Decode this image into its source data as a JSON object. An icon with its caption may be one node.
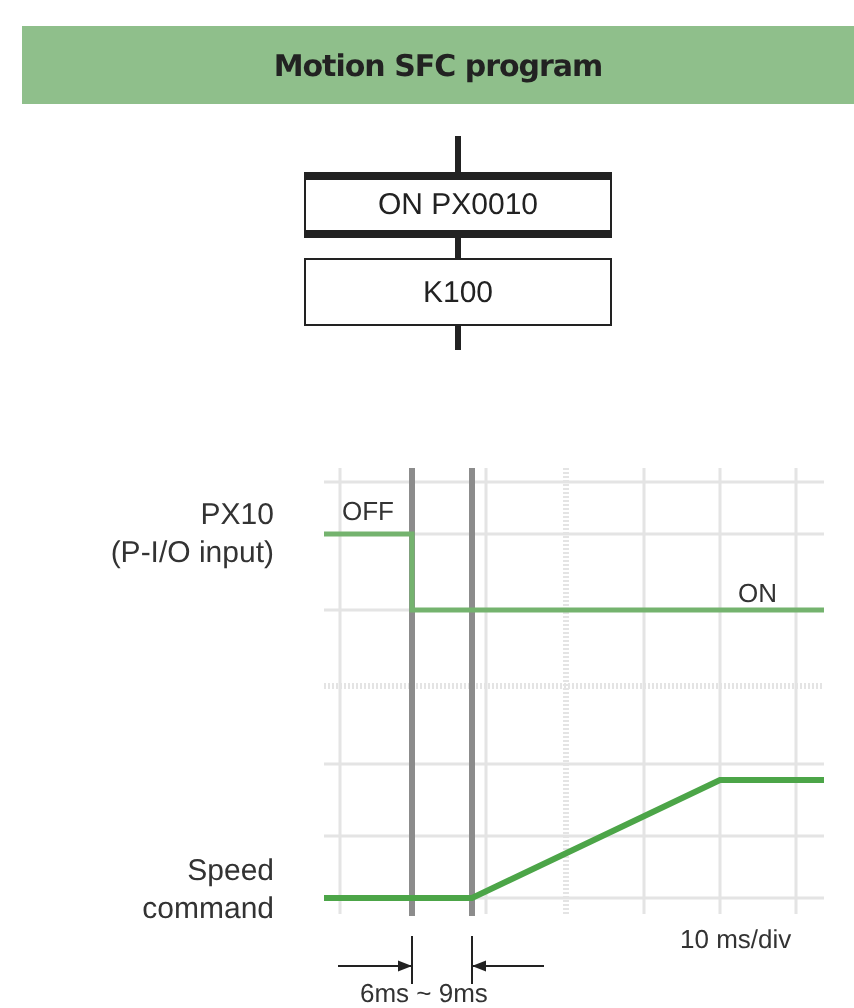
{
  "diagram": {
    "title": "Motion SFC program",
    "nodes": [
      {
        "text": [
          "ON PX0010"
        ]
      },
      {
        "text": [
          "K100"
        ]
      }
    ],
    "edges": [
      {
        "from": null,
        "to": 0,
        "arrow": "none"
      },
      {
        "from": 0,
        "to": 1,
        "arrow": "none"
      },
      {
        "from": 1,
        "to": null,
        "arrow": "none"
      }
    ],
    "labels": [
      "PX10 (P-I/O input)",
      "OFF",
      "ON",
      "Speed command",
      "10 ms/div",
      "6ms ~ 9ms"
    ]
  }
}
